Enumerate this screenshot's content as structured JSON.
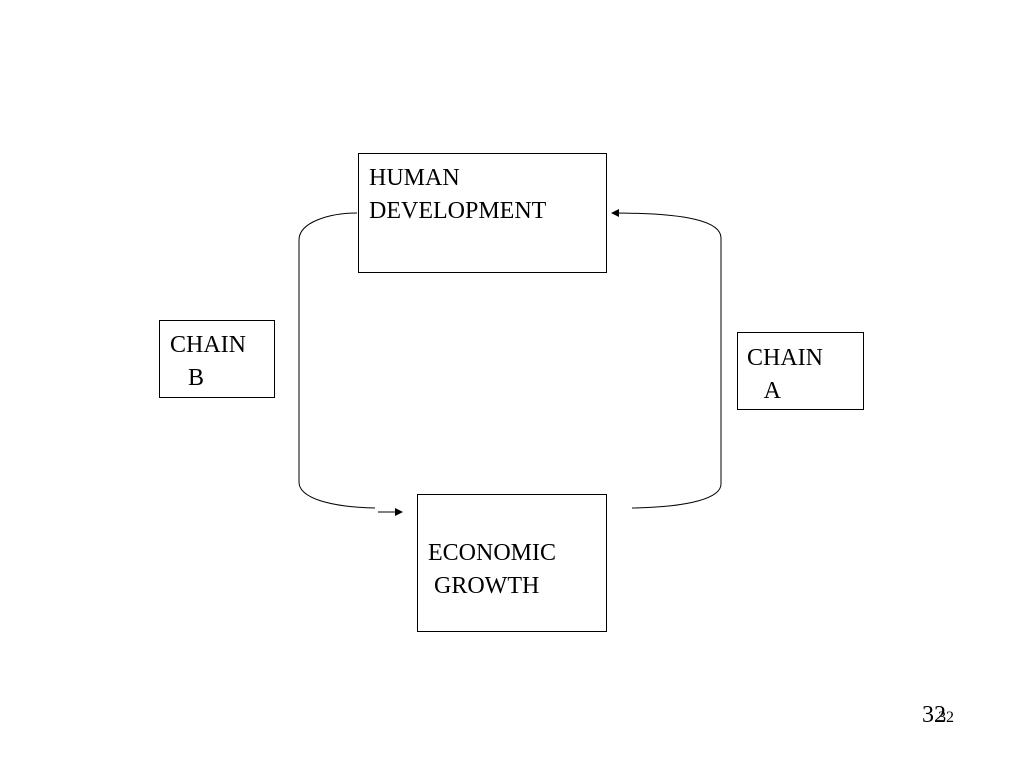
{
  "diagram": {
    "human_development": {
      "line1": "HUMAN",
      "line2": "DEVELOPMENT"
    },
    "economic_growth": {
      "line1": "ECONOMIC",
      "line2": " GROWTH"
    },
    "chain_b": {
      "line1": "CHAIN",
      "line2": "   B"
    },
    "chain_a": {
      "line1": "CHAIN",
      "line2": "   A"
    }
  },
  "slide_number": {
    "primary": "32",
    "overlay": "32"
  },
  "colors": {
    "background": "#ffffff",
    "stroke": "#000000",
    "text": "#000000"
  }
}
